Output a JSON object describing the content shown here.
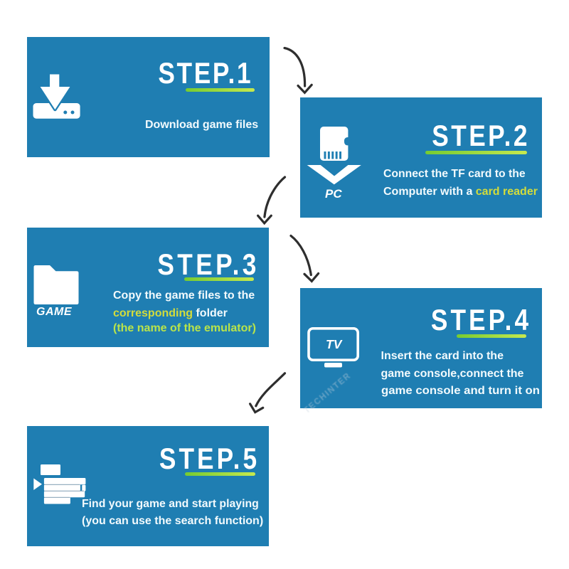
{
  "title": "Game console TF card setup steps infographic",
  "colors": {
    "background": "#ffffff",
    "box": "#1f7eb2",
    "heading": "#ffffff",
    "body_text": "#f2fafd",
    "highlight_yellow": "#d3dc3b",
    "highlight_green": "#b9e44a",
    "underline_start": "#76cb31",
    "underline_end": "#c6e94f",
    "arrow": "#2e2e2e"
  },
  "watermark": {
    "text": "TECHINTER"
  },
  "steps": [
    {
      "heading": "STEP.1",
      "icon": "download-drive-icon",
      "lines": [
        {
          "parts": [
            {
              "text": "Download game files"
            }
          ]
        }
      ]
    },
    {
      "heading": "STEP.2",
      "icon": "tf-card-icon",
      "icon_label": "PC",
      "lines": [
        {
          "parts": [
            {
              "text": "Connect the TF card to the"
            }
          ]
        },
        {
          "parts": [
            {
              "text": "Computer with a "
            },
            {
              "text": "card reader"
            }
          ]
        }
      ]
    },
    {
      "heading": "STEP.3",
      "icon": "game-folder-icon",
      "icon_label": "GAME",
      "lines": [
        {
          "parts": [
            {
              "text": "Copy the game files to the"
            }
          ]
        },
        {
          "parts": [
            {
              "text": "corresponding"
            },
            {
              "text": " folder"
            }
          ]
        },
        {
          "parts": [
            {
              "text": "(the name of the emulator)"
            }
          ]
        }
      ]
    },
    {
      "heading": "STEP.4",
      "icon": "tv-icon",
      "icon_label": "TV",
      "lines": [
        {
          "parts": [
            {
              "text": "Insert the card into the"
            }
          ]
        },
        {
          "parts": [
            {
              "text": "game console,connect the"
            }
          ]
        },
        {
          "parts": [
            {
              "text": "game console and turn it on"
            }
          ]
        }
      ]
    },
    {
      "heading": "STEP.5",
      "icon": "game-list-icon",
      "lines": [
        {
          "parts": [
            {
              "text": "Find your game and start playing"
            }
          ]
        },
        {
          "parts": [
            {
              "text": "(you can use the search function)"
            }
          ]
        }
      ]
    }
  ]
}
